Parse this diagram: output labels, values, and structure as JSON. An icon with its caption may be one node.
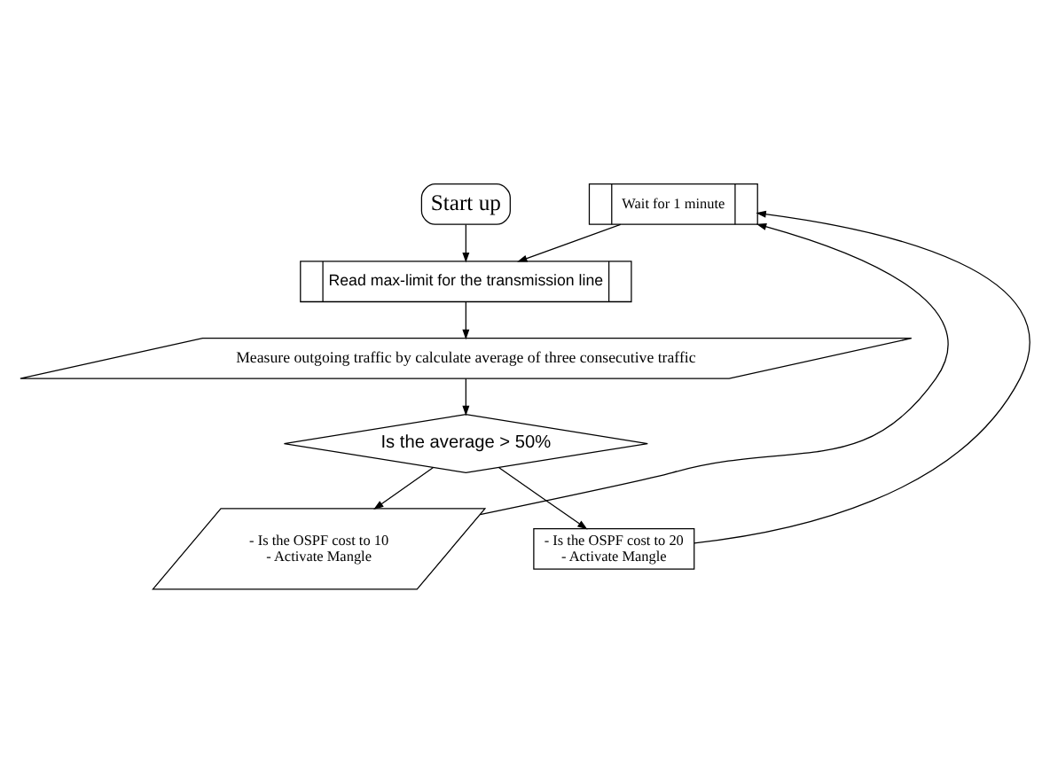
{
  "diagram": {
    "nodes": [
      {
        "text": [
          "Start up"
        ]
      },
      {
        "text": [
          "Read max-limit for the transmission line"
        ]
      },
      {
        "text": [
          "Measure outgoing traffic by calculate average of three consecutive traffic"
        ]
      },
      {
        "text": [
          "Is the average > 50%"
        ]
      },
      {
        "text": [
          "- Is the OSPF cost to 10",
          "- Activate Mangle"
        ]
      },
      {
        "text": [
          "- Is the OSPF cost to 20",
          "- Activate Mangle"
        ]
      },
      {
        "text": [
          "Wait for 1 minute"
        ]
      }
    ],
    "edges": [
      {
        "from": 0,
        "to": 1,
        "arrow": "to"
      },
      {
        "from": 1,
        "to": 2,
        "arrow": "to"
      },
      {
        "from": 2,
        "to": 3,
        "arrow": "to"
      },
      {
        "from": 3,
        "to": 4,
        "arrow": "to"
      },
      {
        "from": 3,
        "to": 5,
        "arrow": "to"
      },
      {
        "from": 4,
        "to": 6,
        "arrow": "to"
      },
      {
        "from": 5,
        "to": 6,
        "arrow": "to"
      },
      {
        "from": 6,
        "to": 1,
        "arrow": "to"
      }
    ]
  }
}
